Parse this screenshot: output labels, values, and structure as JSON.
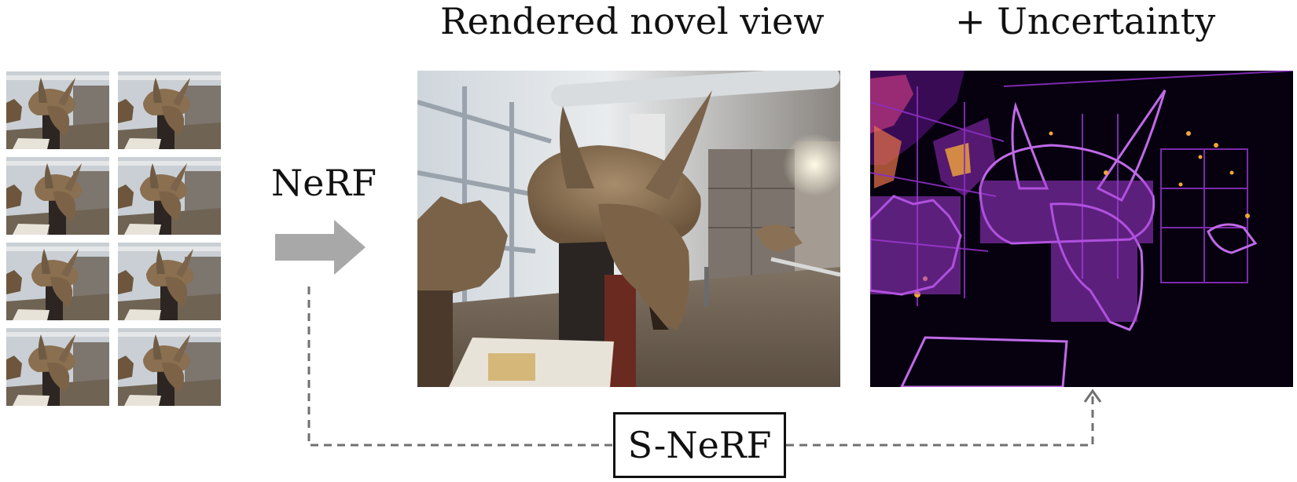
{
  "headings": {
    "rendered": "Rendered novel view",
    "uncertainty": "+ Uncertainty"
  },
  "nerf_label": "NeRF",
  "snerf_label": "S-NeRF",
  "input_views": {
    "count": 8,
    "columns": 2
  },
  "colors": {
    "arrow": "#a8a8a8",
    "dashed_line": "#707070",
    "skull": "#8a6f50",
    "uncertainty_hot": "#f2a63a",
    "uncertainty_mid": "#a33bd6",
    "uncertainty_bg": "#06000f"
  },
  "icons": {
    "forward_arrow": "right-arrow-icon",
    "up_arrow": "up-arrow-icon"
  }
}
